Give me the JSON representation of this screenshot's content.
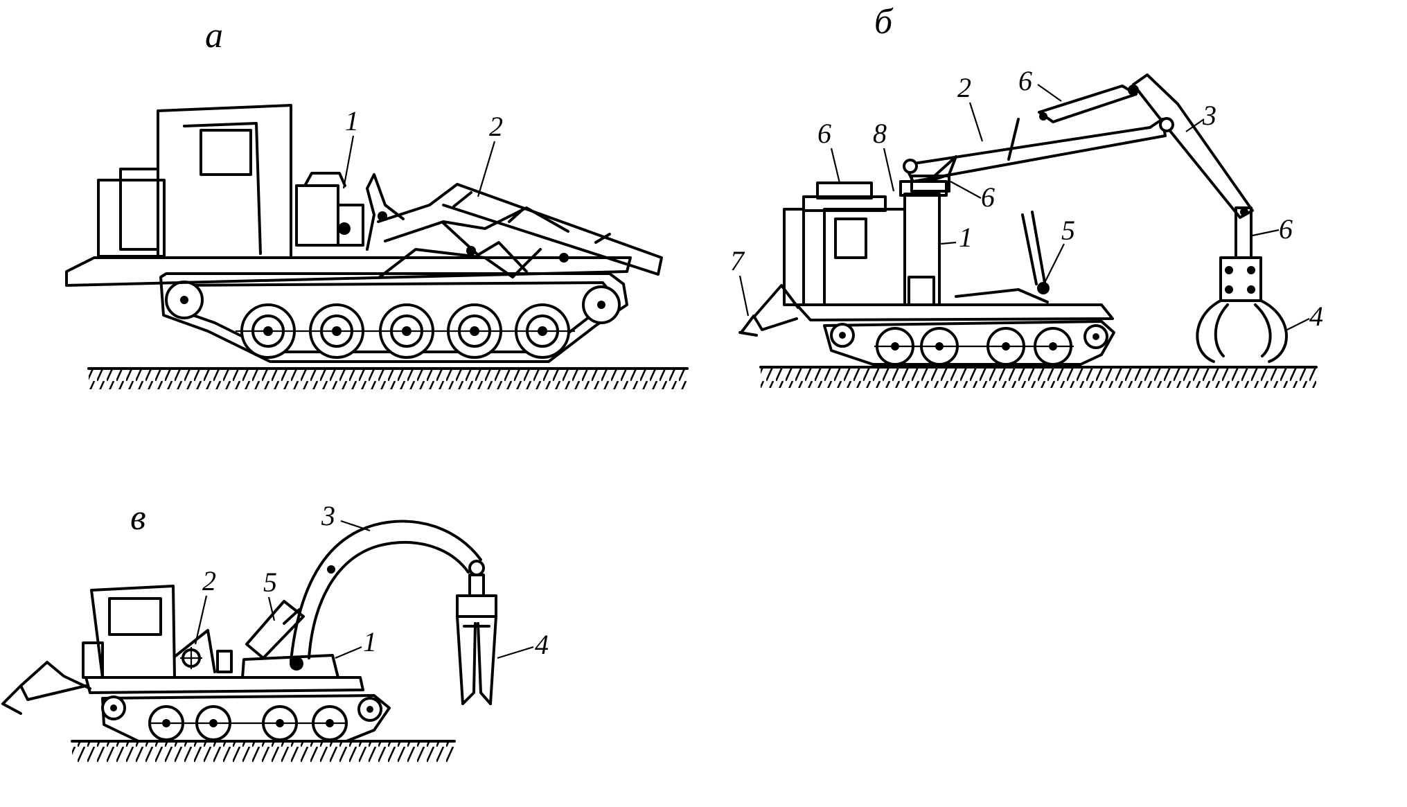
{
  "panels": {
    "a": {
      "letter": "а",
      "labels": [
        "1",
        "2"
      ]
    },
    "b": {
      "letter": "б",
      "labels": [
        "2",
        "6",
        "3",
        "6",
        "8",
        "6",
        "1",
        "5",
        "6",
        "7",
        "4"
      ]
    },
    "v": {
      "letter": "в",
      "labels": [
        "3",
        "2",
        "5",
        "1",
        "4"
      ]
    }
  }
}
